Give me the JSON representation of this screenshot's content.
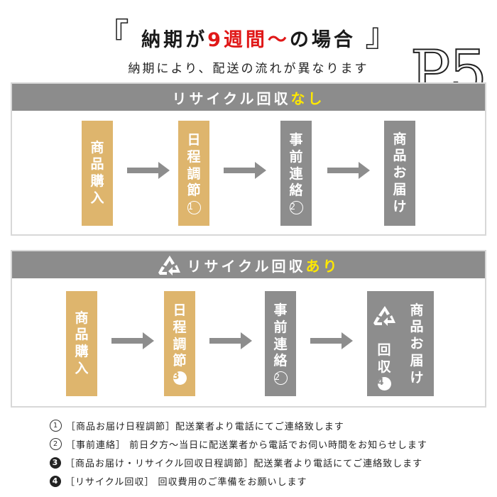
{
  "header": {
    "bracket_open": "『",
    "title_before": "納期が",
    "title_highlight": "9週間～",
    "title_after": "の場合",
    "bracket_close": "』",
    "subtitle": "納期により、配送の流れが異なります",
    "page_mark": "P5"
  },
  "section_no_recycle": {
    "label": "リサイクル回収",
    "suffix": "なし",
    "steps": [
      {
        "chars": [
          "商",
          "品",
          "購",
          "入"
        ],
        "num": ""
      },
      {
        "chars": [
          "日",
          "程",
          "調",
          "節"
        ],
        "num": "1"
      },
      {
        "chars": [
          "事",
          "前",
          "連",
          "絡"
        ],
        "num": "2"
      },
      {
        "chars": [
          "商",
          "品",
          "お",
          "届",
          "け"
        ],
        "num": ""
      }
    ]
  },
  "section_recycle": {
    "label": "リサイクル回収",
    "suffix": "あり",
    "steps": [
      {
        "chars": [
          "商",
          "品",
          "購",
          "入"
        ],
        "num": ""
      },
      {
        "chars": [
          "日",
          "程",
          "調",
          "節"
        ],
        "num": "3"
      },
      {
        "chars": [
          "事",
          "前",
          "連",
          "絡"
        ],
        "num": "2"
      },
      {
        "col1": [
          "商",
          "品",
          "お",
          "届",
          "け"
        ],
        "col2": [
          "回",
          "収"
        ],
        "num": "4"
      }
    ]
  },
  "notes": [
    {
      "num": "1",
      "text": "［商品お届け日程調節］配送業者より電話にてご連絡致します"
    },
    {
      "num": "2",
      "text": "［事前連絡］ 前日夕方～当日に配送業者から電話でお伺い時間をお知らせします"
    },
    {
      "num": "3",
      "text": "［商品お届け・リサイクル回収日程調節］配送業者より電話にてご連絡致します"
    },
    {
      "num": "4",
      "text": "［リサイクル回収］ 回収費用のご準備をお願いします"
    }
  ],
  "colors": {
    "gold": "#deb56d",
    "gray": "#8d8d8d",
    "header": "#8c8c8c",
    "red": "#e01818",
    "yellow": "#ffe800"
  }
}
